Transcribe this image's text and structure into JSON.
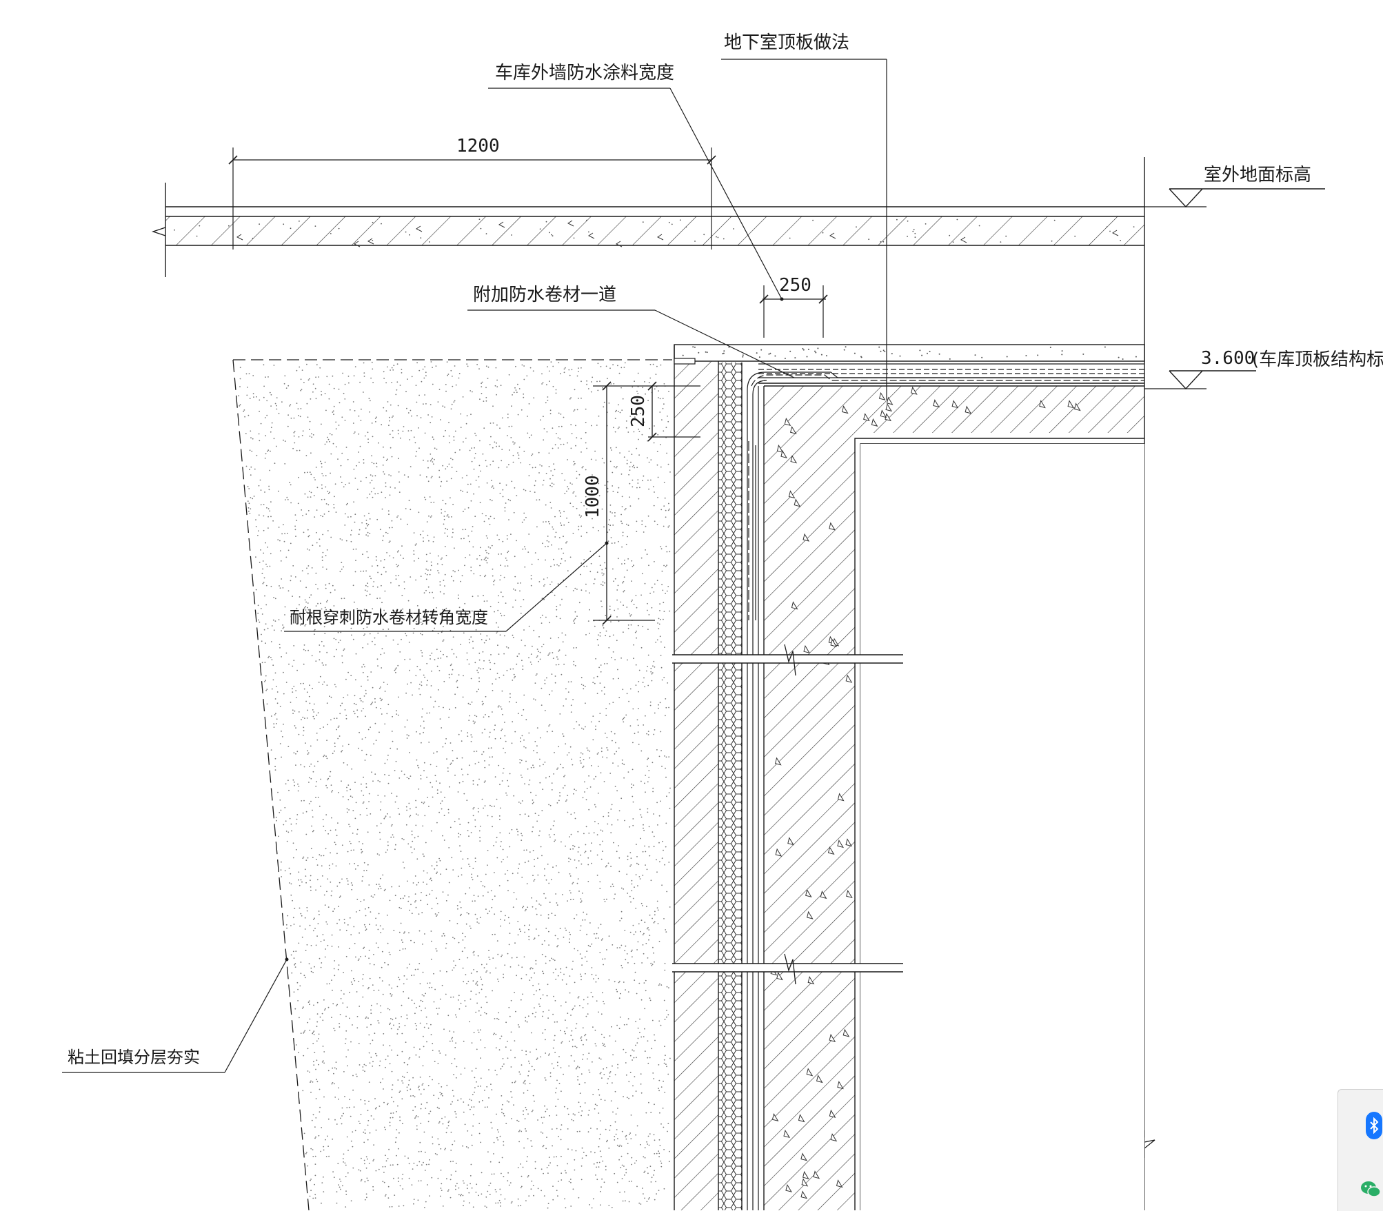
{
  "labels": {
    "roof_method": "地下室顶板做法",
    "coating_width": "车库外墙防水涂料宽度",
    "outdoor_elev": "室外地面标高",
    "extra_membrane": "附加防水卷材一道",
    "slab_elev_value": "3.600",
    "slab_elev_note": "(车库顶板结构标高)",
    "root_membrane": "耐根穿刺防水卷材转角宽度",
    "backfill": "粘土回填分层夯实"
  },
  "dimensions": {
    "d1200": "1200",
    "d250_h": "250",
    "d250_v": "250",
    "d1000": "1000"
  },
  "colors": {
    "line": "#1a1a1a",
    "hatch": "#333333",
    "speckle": "#7a7a7a",
    "tray_bg": "#f2f2f2",
    "bluetooth": "#1677ff",
    "wechat": "#2aae67"
  },
  "tray": {
    "icons": [
      "bluetooth-icon",
      "wechat-icon"
    ]
  }
}
